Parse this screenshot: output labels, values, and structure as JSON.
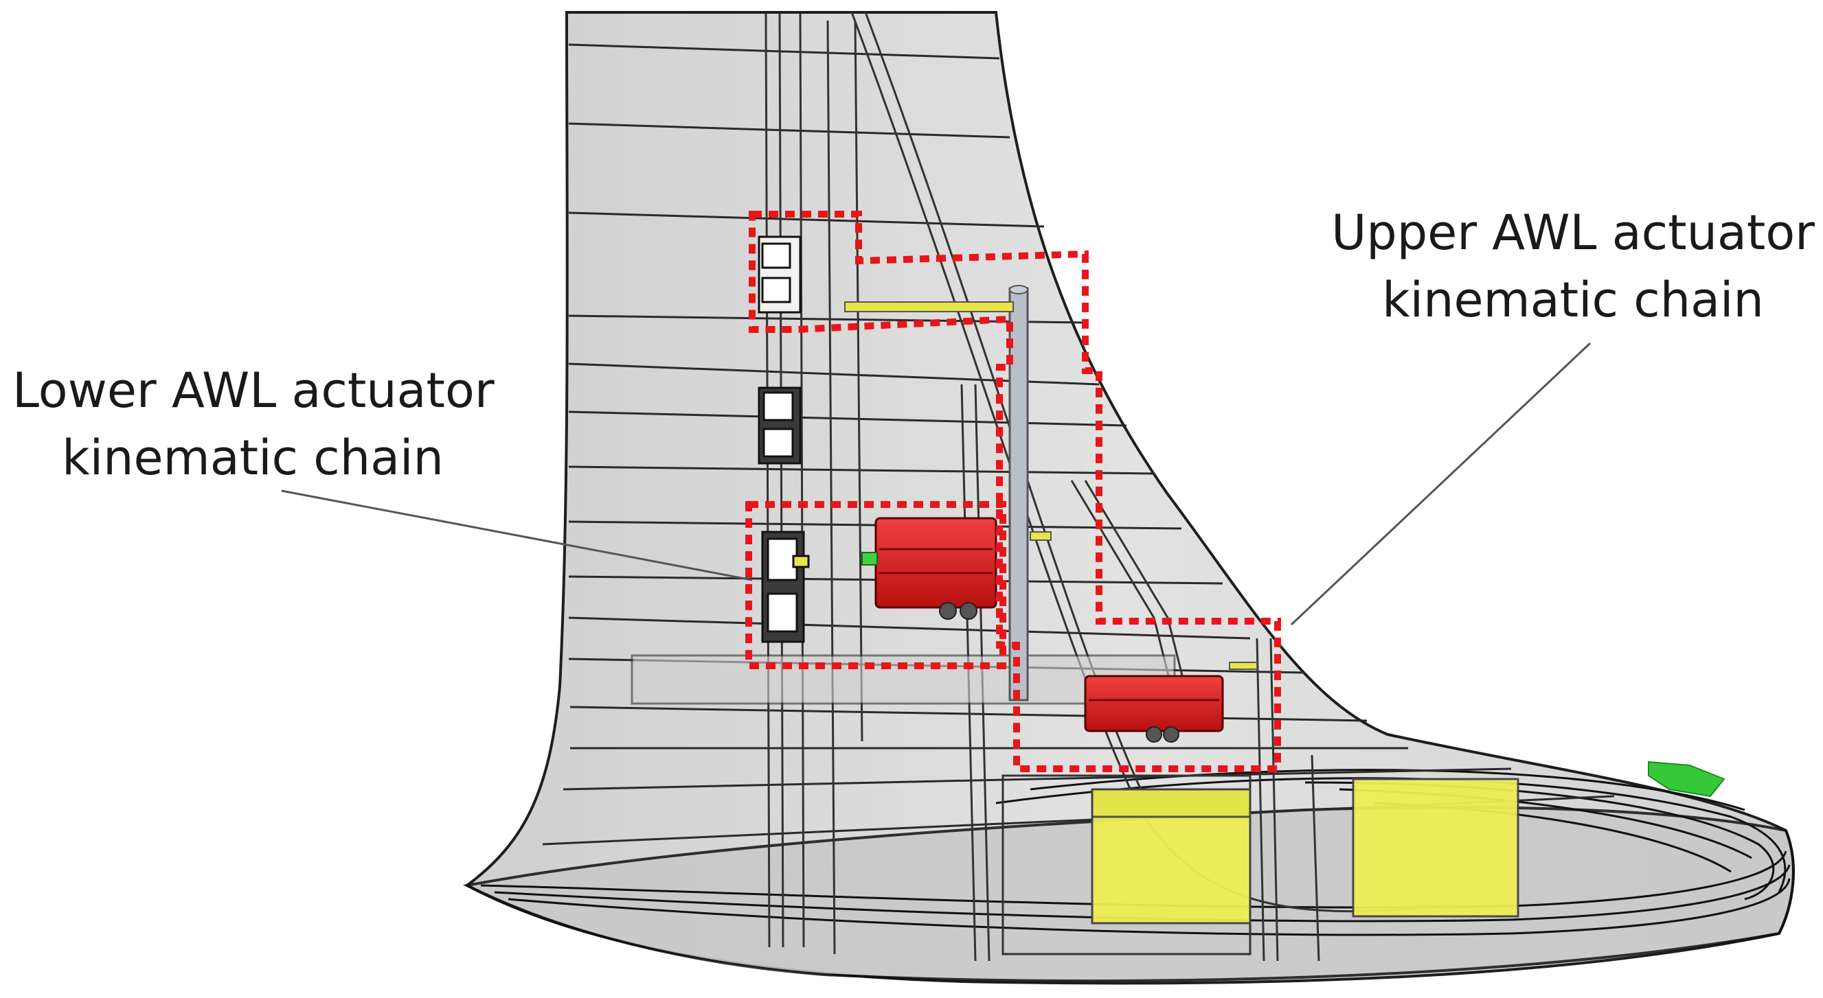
{
  "labels": {
    "lower": {
      "line1": "Lower AWL actuator",
      "line2": "kinematic chain"
    },
    "upper": {
      "line1": "Upper AWL actuator",
      "line2": "kinematic chain"
    }
  },
  "colors": {
    "background": "#ffffff",
    "skin": "#d9d9d9",
    "outline": "#222222",
    "highlight_box": "#e8151b",
    "actuator": "#e02020",
    "yellow_component": "#eeee55",
    "green_component": "#35c93a"
  }
}
